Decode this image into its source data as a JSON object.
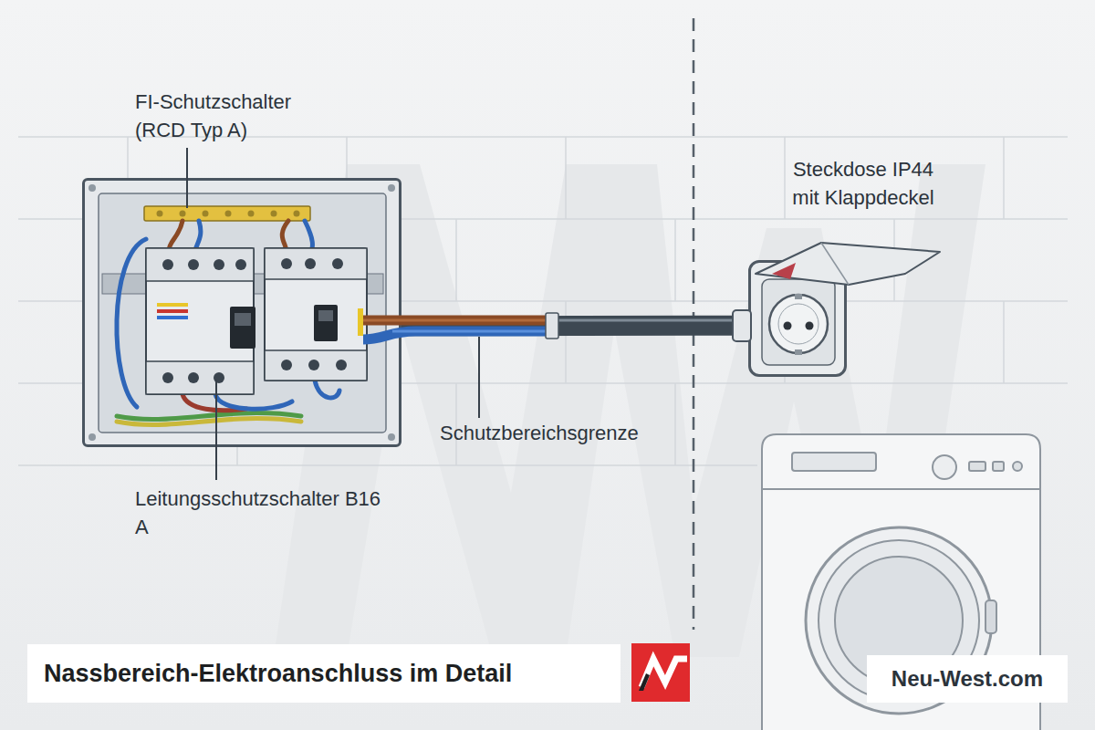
{
  "diagram": {
    "title": "Nassbereich-Elektroanschluss im Detail",
    "nodes": [
      {
        "text": [
          "FI-Schutzschalter (RCD Typ A)",
          "Leitungsschutzschalter B16 A"
        ]
      },
      {
        "text": [
          "Steckdose IP44 mit Klappdeckel"
        ]
      },
      {
        "text": [
          "Neu-West.com"
        ]
      }
    ],
    "edges": [
      {
        "from": 0,
        "to": 1,
        "arrow": "none"
      }
    ],
    "labels": [
      "Schutzbereichsgrenze"
    ]
  }
}
